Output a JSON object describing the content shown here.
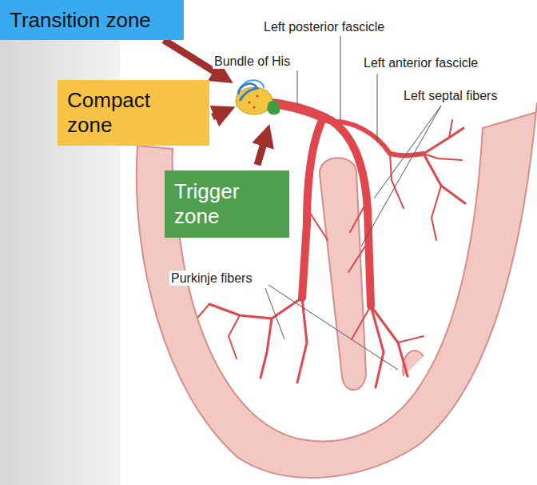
{
  "diagram": {
    "nodes": [
      {
        "text": [
          "Transition zone"
        ]
      },
      {
        "text": [
          "Compact zone"
        ]
      },
      {
        "text": [
          "Trigger zone"
        ]
      }
    ],
    "labels": [
      "Left posterior fascicle",
      "Bundle of His",
      "Left anterior fascicle",
      "Left septal fibers",
      "Purkinje fibers"
    ]
  }
}
